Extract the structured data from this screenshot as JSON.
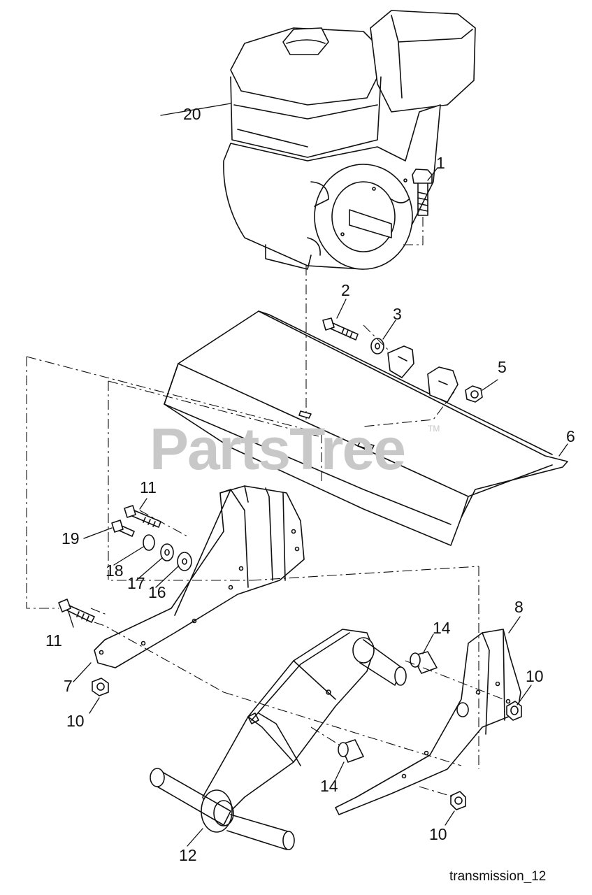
{
  "watermark": {
    "text": "PartsTree",
    "trademark": "TM"
  },
  "caption": "transmission_12",
  "callouts": {
    "c1": "1",
    "c2": "2",
    "c3": "3",
    "c5": "5",
    "c6": "6",
    "c7": "7",
    "c8": "8",
    "c10a": "10",
    "c10b": "10",
    "c10c": "10",
    "c11a": "11",
    "c11b": "11",
    "c12": "12",
    "c14a": "14",
    "c14b": "14",
    "c16": "16",
    "c17": "17",
    "c18": "18",
    "c19": "19",
    "c20": "20"
  },
  "colors": {
    "line": "#111111",
    "watermark": "#c8c8c8",
    "background": "#ffffff"
  }
}
